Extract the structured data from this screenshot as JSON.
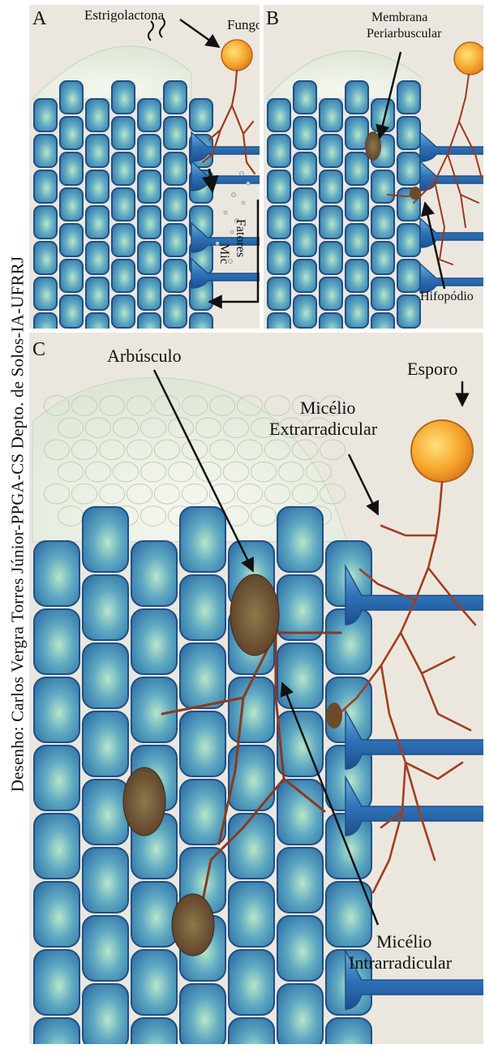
{
  "credit": "Desenho: Carlos Vergra Torres Júnior-PPGA-CS Depto. de Solos-IA-UFRRJ",
  "panels": {
    "a": {
      "letter": "A",
      "labels": {
        "strigolactone": "Estrigolactona",
        "fungus": "Fungo",
        "factors_line1": "Fatores",
        "factors_line2": "Mic"
      }
    },
    "b": {
      "letter": "B",
      "labels": {
        "membrane_line1": "Membrana",
        "membrane_line2": "Periarbuscular",
        "hyphopodium": "Hifopódio"
      }
    },
    "c": {
      "letter": "C",
      "labels": {
        "arbuscule": "Arbúsculo",
        "spore": "Esporo",
        "extra_line1": "Micélio",
        "extra_line2": "Extrarradicular",
        "intra_line1": "Micélio",
        "intra_line2": "Intrarradicular"
      }
    }
  },
  "colors": {
    "root_cell": "#3f86b6",
    "cell_highlight": "#8fd0c0",
    "cell_border": "#1f4f86",
    "cap_cells": "#e7eee2",
    "fungus": "#f39a2a",
    "hyphae": "#9c3a1c",
    "arbuscule": "#6b4a2a",
    "background": "#ece8e0"
  }
}
